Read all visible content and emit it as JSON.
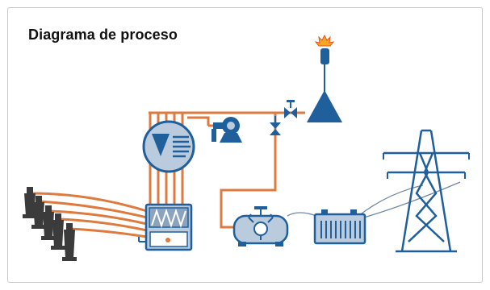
{
  "title": "Diagrama de proceso",
  "colors": {
    "pipe": "#de7a3e",
    "equipment": "#1f5f9b",
    "equipment_fill": "#b9cbdd",
    "panel_fill": "#8aa3be",
    "wire": "#6f88a8",
    "flame": "#f5a623",
    "well": "#3b3b3b"
  },
  "components": [
    {
      "name": "well-heads",
      "count": 5,
      "icon": "well-icon"
    },
    {
      "name": "separator",
      "icon": "separator-icon"
    },
    {
      "name": "centrifuge",
      "icon": "centrifuge-icon"
    },
    {
      "name": "pump",
      "icon": "pump-icon"
    },
    {
      "name": "valve-horizontal",
      "icon": "valve-icon"
    },
    {
      "name": "valve-vertical",
      "icon": "valve-icon"
    },
    {
      "name": "flare",
      "icon": "flare-icon"
    },
    {
      "name": "generator",
      "icon": "generator-icon"
    },
    {
      "name": "transformer",
      "icon": "transformer-icon"
    },
    {
      "name": "transmission-tower",
      "icon": "power-tower-icon"
    }
  ]
}
